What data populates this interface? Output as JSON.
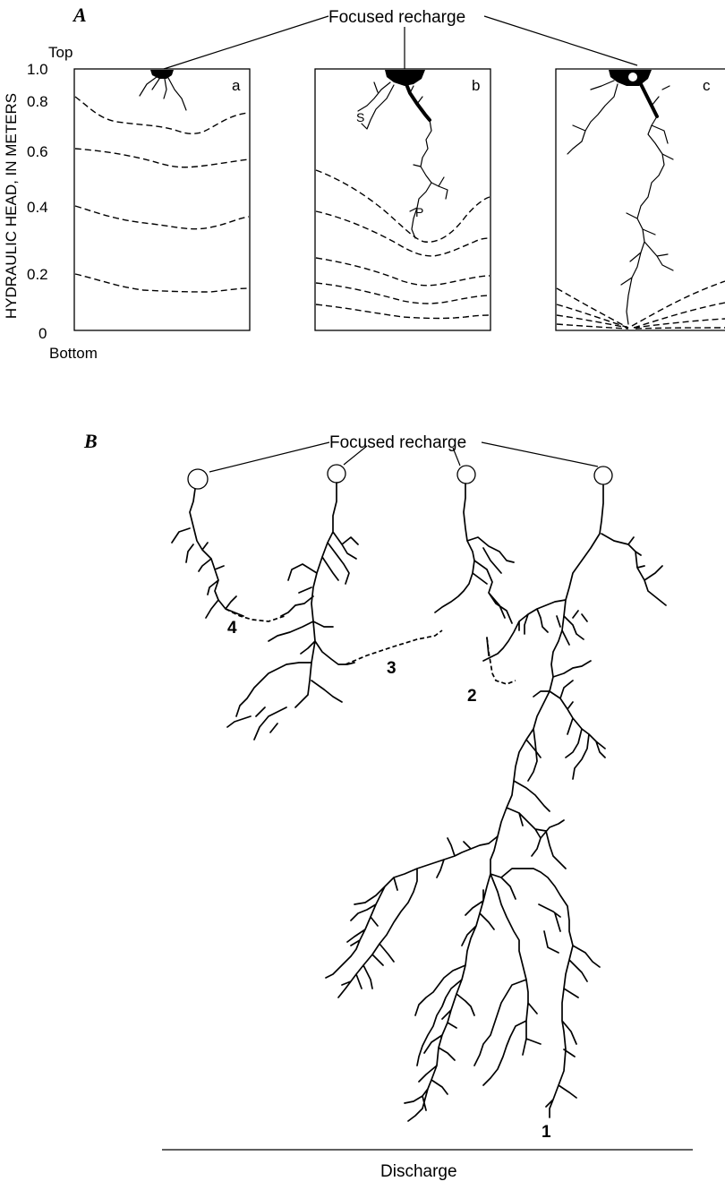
{
  "panelA": {
    "letter": "A",
    "recharge_label": "Focused recharge",
    "y_axis_label": "HYDRAULIC HEAD, IN METERS",
    "top_label": "Top",
    "bottom_label": "Bottom",
    "ticks": [
      "1.0",
      "0.8",
      "0.6",
      "0.4",
      "0.2",
      "0"
    ],
    "subpanels": [
      "a",
      "b",
      "c"
    ],
    "annotation_s": "S",
    "annotation_p": "P"
  },
  "panelB": {
    "letter": "B",
    "recharge_label": "Focused recharge",
    "path_labels": [
      "1",
      "2",
      "3",
      "4"
    ],
    "discharge_label": "Discharge"
  },
  "chart_data": {
    "type": "diagram",
    "y_axis": {
      "label": "HYDRAULIC HEAD, IN METERS",
      "range": [
        0,
        1.0
      ],
      "ticks": [
        0,
        0.2,
        0.4,
        0.6,
        0.8,
        1.0
      ]
    },
    "subpanel_a_head_contours": [
      0.8,
      0.6,
      0.4,
      0.2
    ],
    "subpanel_b_contour_count": 5,
    "subpanel_c_contour_count": 5
  }
}
